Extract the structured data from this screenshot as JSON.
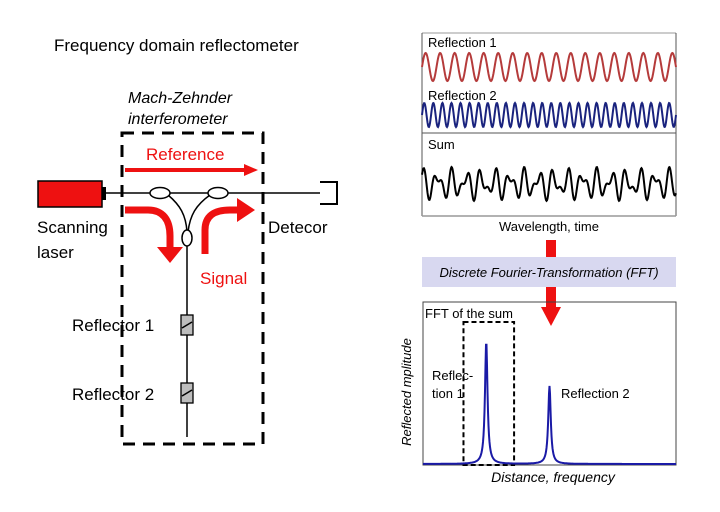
{
  "title": "Frequency domain reflectometer",
  "interferometer": {
    "label_line1": "Mach-Zehnder",
    "label_line2": "interferometer",
    "reference_label": "Reference",
    "signal_label": "Signal"
  },
  "components": {
    "laser_label_line1": "Scanning",
    "laser_label_line2": "laser",
    "detector_label": "Detecor",
    "reflector1_label": "Reflector 1",
    "reflector2_label": "Reflector 2"
  },
  "colors": {
    "red": "#ee1111",
    "laser": "#ee1111",
    "reflection1_wave": "#b53b3b",
    "reflection2_wave": "#1a237e",
    "sum_wave": "#000000",
    "fft_band": "#d8d8f0",
    "fft_curve": "#1a1aa6",
    "reflector_fill": "#bdbdbd"
  },
  "waveforms": {
    "panels": [
      {
        "label": "Reflection 1",
        "cycles": 17.5,
        "color_key": "reflection1_wave"
      },
      {
        "label": "Reflection 2",
        "cycles": 28,
        "color_key": "reflection2_wave"
      },
      {
        "label": "Sum",
        "color_key": "sum_wave"
      }
    ],
    "xlabel": "Wavelength, time"
  },
  "fft_step": {
    "label": "Discrete Fourier-Transformation (FFT)"
  },
  "chart_data": {
    "type": "line",
    "title": "FFT of the sum",
    "xlabel": "Distance, frequency",
    "ylabel": "Reflected mplitude",
    "xlim": [
      0,
      1
    ],
    "ylim": [
      0,
      1
    ],
    "grid": false,
    "series": [
      {
        "name": "FFT of the sum",
        "peaks": [
          {
            "label_line1": "Reflec-",
            "label_line2": "tion 1",
            "x": 0.25,
            "amplitude": 0.77
          },
          {
            "label_line1": "Reflection 2",
            "label_line2": "",
            "x": 0.5,
            "amplitude": 0.49
          }
        ]
      }
    ],
    "window": {
      "x_start": 0.16,
      "x_end": 0.36
    }
  }
}
